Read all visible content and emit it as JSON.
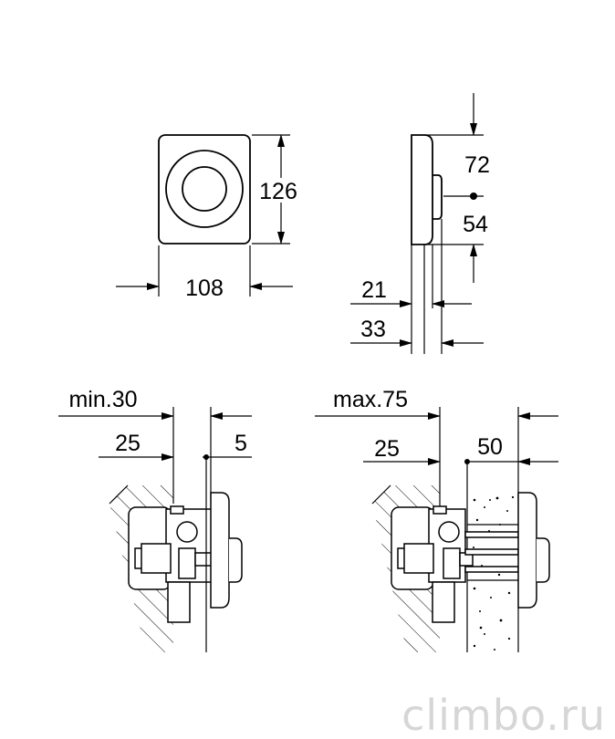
{
  "front_view": {
    "width": "108",
    "height": "126"
  },
  "side_view": {
    "top_offset": "72",
    "bottom_offset": "54",
    "depth_1": "21",
    "depth_2": "33"
  },
  "install_min": {
    "wall_label": "min.30",
    "inner": "25",
    "plate": "5"
  },
  "install_max": {
    "wall_label": "max.75",
    "inner": "25",
    "plate": "50"
  },
  "watermark": "climbo.ru"
}
